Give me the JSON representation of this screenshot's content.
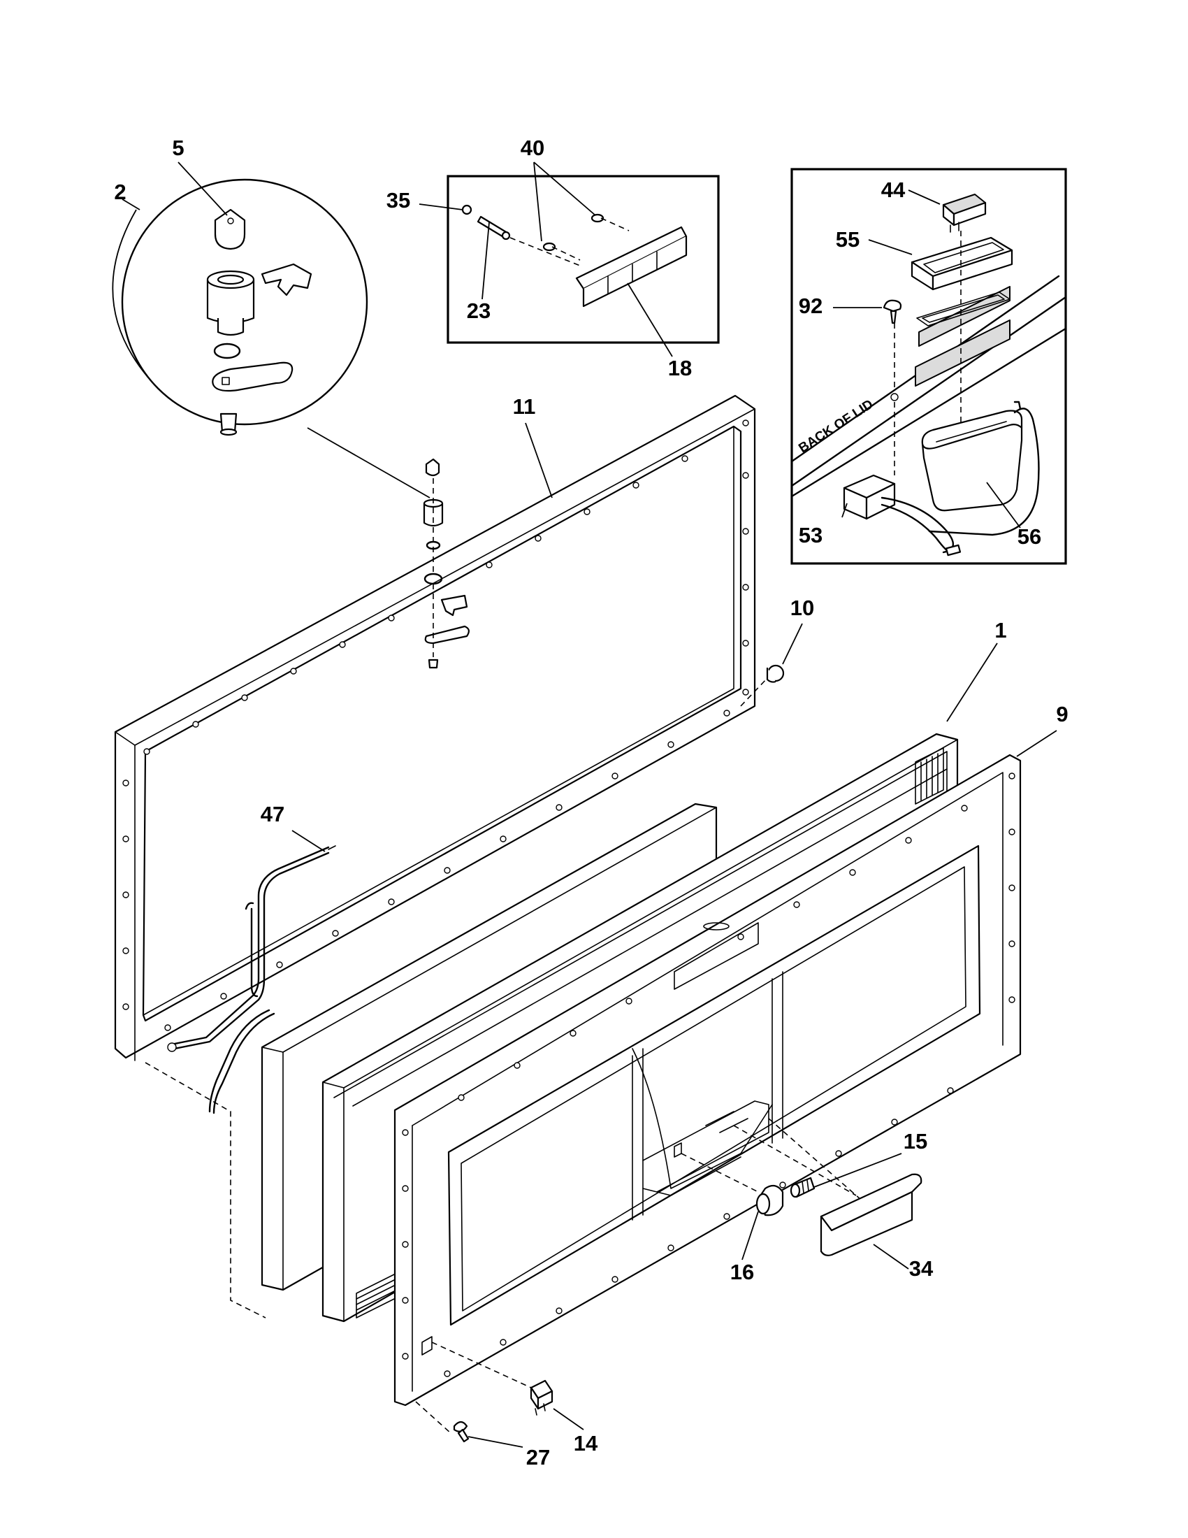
{
  "callouts": {
    "c1": "1",
    "c2": "2",
    "c5": "5",
    "c9": "9",
    "c10": "10",
    "c11": "11",
    "c14": "14",
    "c15": "15",
    "c16": "16",
    "c18": "18",
    "c23": "23",
    "c27": "27",
    "c34": "34",
    "c35": "35",
    "c40": "40",
    "c44": "44",
    "c47": "47",
    "c53": "53",
    "c55": "55",
    "c56": "56",
    "c92": "92"
  },
  "inset_right": {
    "back_of_lid_label": "BACK OF LID"
  }
}
